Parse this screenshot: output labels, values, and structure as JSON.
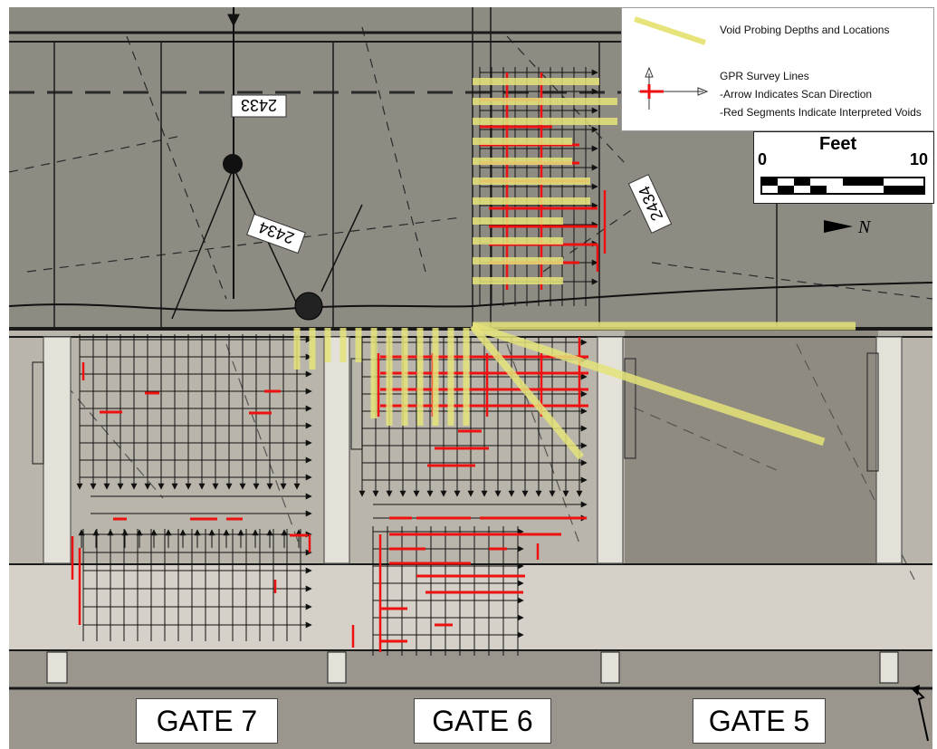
{
  "legend": {
    "void_probe_label": "Void Probing Depths and Locations",
    "gpr_title": "GPR Survey Lines",
    "gpr_arrow_note": "-Arrow Indicates Scan Direction",
    "gpr_red_note": "-Red Segments Indicate Interpreted Voids"
  },
  "scale_bar": {
    "unit_label": "Feet",
    "min_label": "0",
    "max_label": "10"
  },
  "north_arrow": {
    "symbol": "N"
  },
  "station_labels": {
    "a": "2433",
    "b": "2434",
    "c": "2434"
  },
  "gates": [
    "GATE 7",
    "GATE 6",
    "GATE 5"
  ],
  "colors": {
    "probe_yellow": "#e6e47a",
    "void_red": "#ee1111",
    "concrete": "#8d8a82",
    "deck": "#c9c6bd"
  }
}
